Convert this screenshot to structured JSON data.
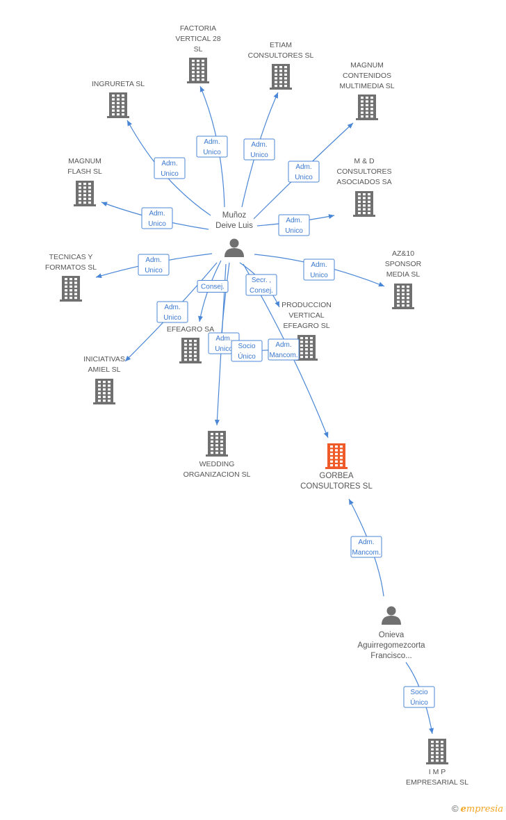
{
  "colors": {
    "building": "#707070",
    "focus": "#f05a28",
    "edge": "#4a86d6",
    "person": "#707070"
  },
  "people": [
    {
      "id": "p1",
      "lines": [
        "Muñoz",
        "Deive Luis"
      ]
    },
    {
      "id": "p2",
      "lines": [
        "Onieva",
        "Aguirregomezcorta",
        "Francisco..."
      ]
    }
  ],
  "companies": [
    {
      "id": "c_factoria",
      "lines": [
        "FACTORIA",
        "VERTICAL 28",
        "SL"
      ]
    },
    {
      "id": "c_etiam",
      "lines": [
        "ETIAM",
        "CONSULTORES SL"
      ]
    },
    {
      "id": "c_magnumc",
      "lines": [
        "MAGNUM",
        "CONTENIDOS",
        "MULTIMEDIA SL"
      ]
    },
    {
      "id": "c_ingrureta",
      "lines": [
        "INGRURETA SL"
      ]
    },
    {
      "id": "c_md",
      "lines": [
        "M & D",
        "CONSULTORES",
        "ASOCIADOS SA"
      ]
    },
    {
      "id": "c_magnumf",
      "lines": [
        "MAGNUM",
        "FLASH SL"
      ]
    },
    {
      "id": "c_tecnicas",
      "lines": [
        "TECNICAS Y",
        "FORMATOS SL"
      ]
    },
    {
      "id": "c_az10",
      "lines": [
        "AZ&10",
        "SPONSOR",
        "MEDIA SL"
      ]
    },
    {
      "id": "c_produccion",
      "lines": [
        "PRODUCCION",
        "VERTICAL",
        "EFEAGRO  SL"
      ]
    },
    {
      "id": "c_efeagro",
      "lines": [
        "EFEAGRO SA"
      ]
    },
    {
      "id": "c_iniciativas",
      "lines": [
        "INICIATIVAS",
        "AMIEL SL"
      ]
    },
    {
      "id": "c_wedding",
      "lines": [
        "WEDDING",
        "ORGANIZACION SL"
      ]
    },
    {
      "id": "c_gorbea",
      "lines": [
        "GORBEA",
        "CONSULTORES SL"
      ],
      "focus": true
    },
    {
      "id": "c_imp",
      "lines": [
        "I M P",
        "EMPRESARIAL SL"
      ]
    }
  ],
  "edges": [
    {
      "from": "p1",
      "to": "c_factoria",
      "lines": [
        "Adm.",
        "Unico"
      ]
    },
    {
      "from": "p1",
      "to": "c_etiam",
      "lines": [
        "Adm.",
        "Unico"
      ]
    },
    {
      "from": "p1",
      "to": "c_magnumc",
      "lines": [
        "Adm.",
        "Unico"
      ]
    },
    {
      "from": "p1",
      "to": "c_ingrureta",
      "lines": [
        "Adm.",
        "Unico"
      ]
    },
    {
      "from": "p1",
      "to": "c_md",
      "lines": [
        "Adm.",
        "Unico"
      ]
    },
    {
      "from": "p1",
      "to": "c_magnumf",
      "lines": [
        "Adm.",
        "Unico"
      ]
    },
    {
      "from": "p1",
      "to": "c_tecnicas",
      "lines": [
        "Adm.",
        "Unico"
      ]
    },
    {
      "from": "p1",
      "to": "c_az10",
      "lines": [
        "Adm.",
        "Unico"
      ]
    },
    {
      "from": "p1",
      "to": "c_efeagro",
      "lines": [
        "Consej."
      ]
    },
    {
      "from": "p1",
      "to": "c_produccion",
      "lines": [
        "Secr. ,",
        "Consej."
      ]
    },
    {
      "from": "p1",
      "to": "c_iniciativas",
      "lines": [
        "Adm.",
        "Unico"
      ]
    },
    {
      "from": "p1",
      "to": "c_efeagro",
      "lines": [
        "Adm.",
        "Unico"
      ]
    },
    {
      "from": "p1",
      "to": "c_produccion",
      "lines": [
        "Socio",
        "Único"
      ]
    },
    {
      "from": "p1",
      "to": "c_gorbea",
      "lines": [
        "Adm.",
        "Mancom."
      ]
    },
    {
      "from": "p1",
      "to": "c_wedding",
      "lines": []
    },
    {
      "from": "p2",
      "to": "c_gorbea",
      "lines": [
        "Adm.",
        "Mancom."
      ]
    },
    {
      "from": "p2",
      "to": "c_imp",
      "lines": [
        "Socio",
        "Único"
      ]
    }
  ],
  "footer": {
    "copyright": "©",
    "brand_initial": "e",
    "brand_rest": "mpresia"
  }
}
